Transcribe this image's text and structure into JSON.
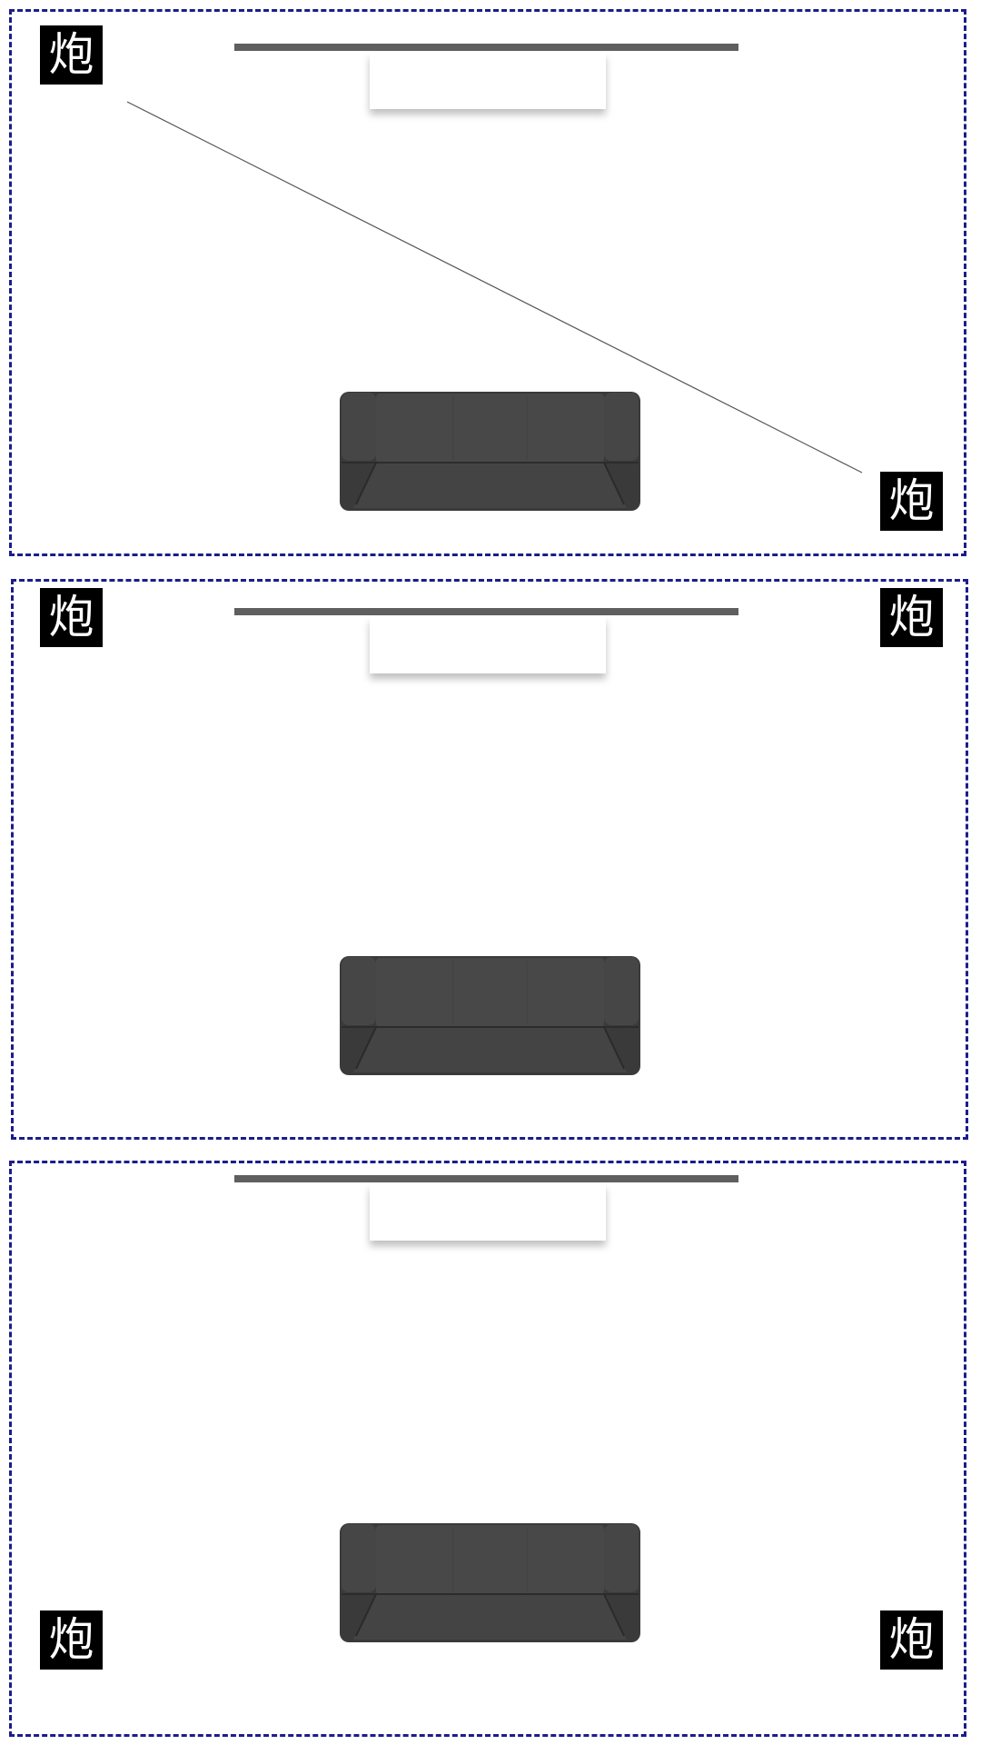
{
  "panels": [
    {
      "labels": [
        "炮",
        "炮"
      ],
      "label_positions": [
        "top-left",
        "bottom-right"
      ],
      "has_connector_line": true
    },
    {
      "labels": [
        "炮",
        "炮"
      ],
      "label_positions": [
        "top-left",
        "top-right"
      ],
      "has_connector_line": false
    },
    {
      "labels": [
        "炮",
        "炮"
      ],
      "label_positions": [
        "bottom-left",
        "bottom-right"
      ],
      "has_connector_line": false
    }
  ],
  "colors": {
    "border": "#1c1c8c",
    "tv": "#5f5f5f",
    "sofa": "#3e3e3e",
    "label_bg": "#000000",
    "label_text": "#ffffff"
  }
}
